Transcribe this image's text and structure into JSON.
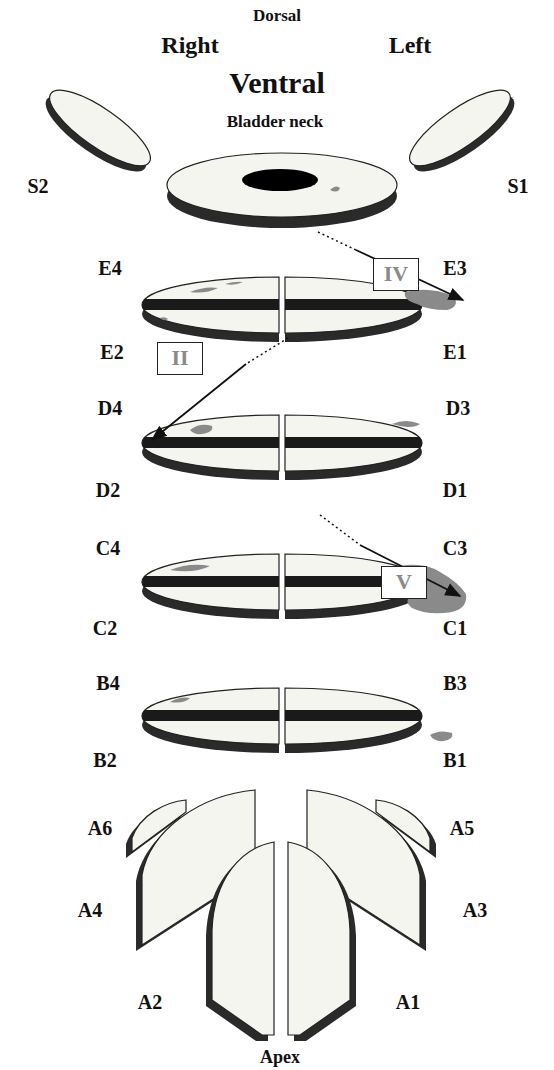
{
  "diagram": {
    "nodes": [
      {
        "text": [
          "IV"
        ]
      },
      {
        "text": [
          "II"
        ]
      },
      {
        "text": [
          "V"
        ]
      }
    ],
    "labels": [
      "Dorsal",
      "Right",
      "Left",
      "Ventral",
      "S2",
      "Bladder neck",
      "S1",
      "E4",
      "E3",
      "E2",
      "E1",
      "D4",
      "D3",
      "D2",
      "D1",
      "C4",
      "C3",
      "C2",
      "C1",
      "B4",
      "B3",
      "B2",
      "B1",
      "A6",
      "A5",
      "A4",
      "A3",
      "A2",
      "A1",
      "Apex"
    ]
  }
}
